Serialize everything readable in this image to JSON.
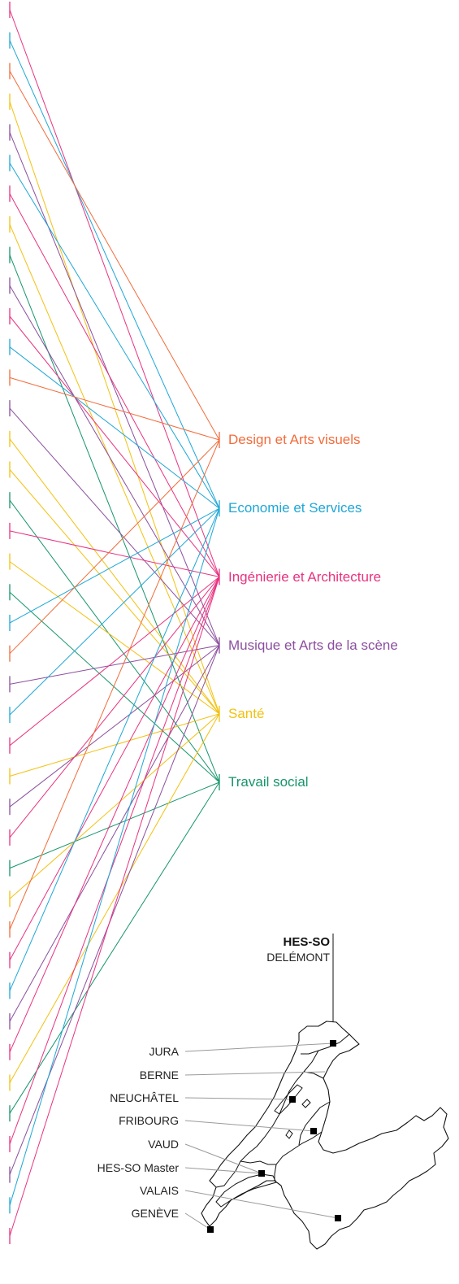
{
  "domains": [
    {
      "label": "Design et Arts visuels",
      "color": "#f26b3a"
    },
    {
      "label": "Economie et Services",
      "color": "#1ea7d6"
    },
    {
      "label": "Ingénierie et Architecture",
      "color": "#e8327f"
    },
    {
      "label": "Musique et Arts de la scène",
      "color": "#8b4f9e"
    },
    {
      "label": "Santé",
      "color": "#f2c10f"
    },
    {
      "label": "Travail social",
      "color": "#16956b"
    }
  ],
  "hq": {
    "title": "HES-SO",
    "city": "DELÉMONT"
  },
  "regions": [
    "JURA",
    "BERNE",
    "NEUCHÂTEL",
    "FRIBOURG",
    "VAUD",
    "HES-SO Master",
    "VALAIS",
    "GENÈVE"
  ],
  "links": [
    {
      "domain": 2
    },
    {
      "domain": 1
    },
    {
      "domain": 0
    },
    {
      "domain": 4
    },
    {
      "domain": 3
    },
    {
      "domain": 1
    },
    {
      "domain": 2
    },
    {
      "domain": 4
    },
    {
      "domain": 5
    },
    {
      "domain": 3
    },
    {
      "domain": 2
    },
    {
      "domain": 1
    },
    {
      "domain": 0
    },
    {
      "domain": 3
    },
    {
      "domain": 4
    },
    {
      "domain": 4
    },
    {
      "domain": 5
    },
    {
      "domain": 2
    },
    {
      "domain": 4
    },
    {
      "domain": 5
    },
    {
      "domain": 1
    },
    {
      "domain": 0
    },
    {
      "domain": 3
    },
    {
      "domain": 1
    },
    {
      "domain": 2
    },
    {
      "domain": 4
    },
    {
      "domain": 3
    },
    {
      "domain": 2
    },
    {
      "domain": 5
    },
    {
      "domain": 4
    },
    {
      "domain": 0
    },
    {
      "domain": 2
    },
    {
      "domain": 1
    },
    {
      "domain": 3
    },
    {
      "domain": 2
    },
    {
      "domain": 4
    },
    {
      "domain": 5
    },
    {
      "domain": 2
    },
    {
      "domain": 3
    },
    {
      "domain": 1
    },
    {
      "domain": 2
    }
  ]
}
